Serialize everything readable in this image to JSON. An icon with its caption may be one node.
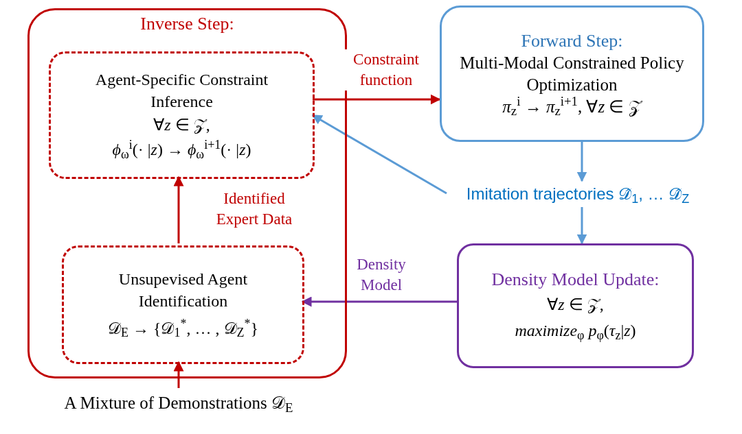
{
  "diagram": {
    "nodes": [
      {
        "text": [
          "Inverse Step:"
        ]
      },
      {
        "text": [
          "Agent-Specific Constraint Inference",
          "∀*z* ∈ 𝒵,",
          "*ϕ*$_{ω}$$^{i}$(· |*z*) → *ϕ*$_{ω}$$^{i+1}$(· |*z*)"
        ],
        "in": 0
      },
      {
        "text": [
          "Unsupevised Agent Identification",
          "𝒟$_{E}$ → {𝒟$_{1}$$^{*}$, … , 𝒟$_{Z}$$^{*}$}"
        ],
        "in": 0
      },
      {
        "text": [
          "Forward Step:",
          "Multi-Modal Constrained Policy Optimization",
          "*π*$_{z}$$^{i}$ → *π*$_{z}$$^{i+1}$, ∀*z* ∈ 𝒵"
        ]
      },
      {
        "text": [
          "Imitation trajectories 𝒟̂$_{1}$, … 𝒟̂$_{Z}$"
        ]
      },
      {
        "text": [
          "Density Model Update:",
          "∀*z* ∈ 𝒵,",
          "*maximize*$_{φ}$ *p*$_{φ}$(*τ*$_{z}$|*z*)"
        ]
      },
      {
        "text": [
          "A Mixture of Demonstrations 𝒟$_{E}$"
        ]
      }
    ],
    "edges": [
      {
        "from": 1,
        "to": 3,
        "arrow": "to",
        "label": "Constraint function",
        "color": "#c00000"
      },
      {
        "from": 3,
        "to": 4,
        "arrow": "to",
        "color": "#5b9bd5"
      },
      {
        "from": 4,
        "to": 1,
        "arrow": "to",
        "color": "#5b9bd5"
      },
      {
        "from": 4,
        "to": 5,
        "arrow": "to",
        "color": "#5b9bd5"
      },
      {
        "from": 5,
        "to": 2,
        "arrow": "to",
        "label": "Density Model",
        "color": "#7030a0"
      },
      {
        "from": 2,
        "to": 1,
        "arrow": "to",
        "label": "Identified Expert Data",
        "color": "#c00000"
      },
      {
        "from": 6,
        "to": 2,
        "arrow": "to",
        "color": "#c00000"
      }
    ]
  }
}
